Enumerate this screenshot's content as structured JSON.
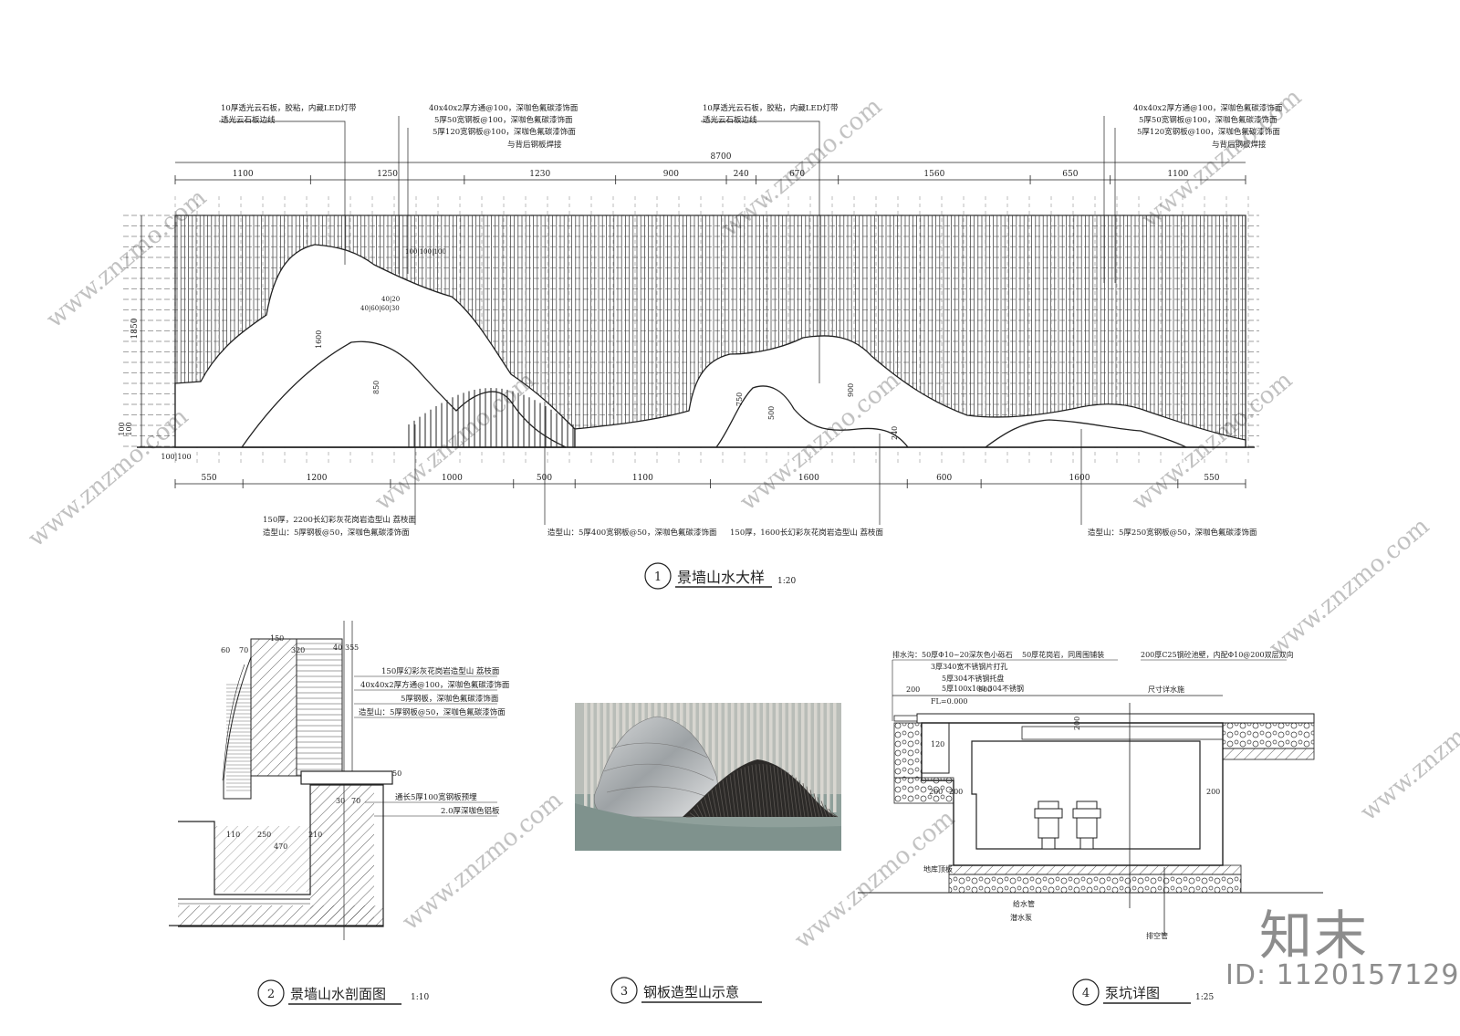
{
  "watermark": {
    "brand_cn": "知末",
    "site": "www.znzmo.com",
    "id_label": "ID: 1120157129"
  },
  "drawing1": {
    "number": "1",
    "title": "景墙山水大样",
    "scale": "1:20",
    "top_notes_left": [
      "10厚透光云石板，胶粘，内藏LED灯带",
      "透光云石板边线"
    ],
    "top_notes_mid": [
      "40x40x2厚方通@100，深咖色氟碳漆饰面",
      "5厚50宽钢板@100，深咖色氟碳漆饰面",
      "5厚120宽钢板@100，深咖色氟碳漆饰面",
      "与背后钢板焊接"
    ],
    "top_notes_right_a": [
      "10厚透光云石板，胶粘，内藏LED灯带",
      "透光云石板边线"
    ],
    "top_notes_right_b": [
      "40x40x2厚方通@100，深咖色氟碳漆饰面",
      "5厚50宽钢板@100，深咖色氟碳漆饰面",
      "5厚120宽钢板@100，深咖色氟碳漆饰面",
      "与背后钢板焊接"
    ],
    "overall_dim": "8700",
    "top_dims": [
      "1100",
      "1250",
      "1230",
      "900",
      "240",
      "670",
      "1560",
      "650",
      "1100"
    ],
    "bottom_dims": [
      "550",
      "1200",
      "1000",
      "500",
      "1100",
      "1600",
      "600",
      "1600",
      "550"
    ],
    "left_dims": [
      "1850",
      "100",
      "100"
    ],
    "base_dim": "100|100",
    "inner_dims": [
      "1600",
      "850",
      "750",
      "500",
      "900",
      "240"
    ],
    "small_dims": [
      "100|100|100",
      "40|20",
      "40|60|60|30"
    ],
    "bottom_notes_a": [
      "150厚，2200长幻彩灰花岗岩造型山  荔枝面",
      "造型山：5厚钢板@50，深咖色氟碳漆饰面"
    ],
    "bottom_notes_b": [
      "造型山：5厚400宽钢板@50，深咖色氟碳漆饰面"
    ],
    "bottom_notes_c": [
      "150厚，1600长幻彩灰花岗岩造型山  荔枝面"
    ],
    "bottom_notes_d": [
      "造型山：5厚250宽钢板@50，深咖色氟碳漆饰面"
    ]
  },
  "drawing2": {
    "number": "2",
    "title": "景墙山水剖面图",
    "scale": "1:10",
    "notes": [
      "150厚幻彩灰花岗岩造型山  荔枝面",
      "40x40x2厚方通@100，深咖色氟碳漆饰面",
      "5厚钢板，深咖色氟碳漆饰面",
      "造型山：5厚钢板@50，深咖色氟碳漆饰面"
    ],
    "notes_low": [
      "通长5厚100宽钢板预埋",
      "2.0厚深咖色铝板"
    ],
    "dims": [
      "60",
      "70",
      "150",
      "320",
      "40",
      "35",
      "5",
      "50",
      "30",
      "70",
      "110",
      "250",
      "470",
      "210"
    ]
  },
  "drawing3": {
    "number": "3",
    "title": "钢板造型山示意"
  },
  "drawing4": {
    "number": "4",
    "title": "泵坑详图",
    "scale": "1:25",
    "notes_left": [
      "排水沟：50厚Φ10~20深灰色小砾石",
      "3厚340宽不锈钢片打孔",
      "5厚304不锈钢托盘",
      "5厚100x100 304不锈钢"
    ],
    "note_top_mid": "50厚花岗岩，同周围铺装",
    "note_top_right": "200厚C25钢砼池壁，内配Φ10@200双层双向",
    "dims": [
      "200",
      "900",
      "FL=0.000",
      "尺寸详水施",
      "120",
      "200",
      "200",
      "200",
      "200"
    ],
    "labels_bottom": [
      "地库顶板",
      "给水管",
      "潜水泵",
      "排空管"
    ]
  },
  "colors": {
    "line": "#222222",
    "steel": "#3a3a3a",
    "render_bg": "#8fa09b"
  }
}
